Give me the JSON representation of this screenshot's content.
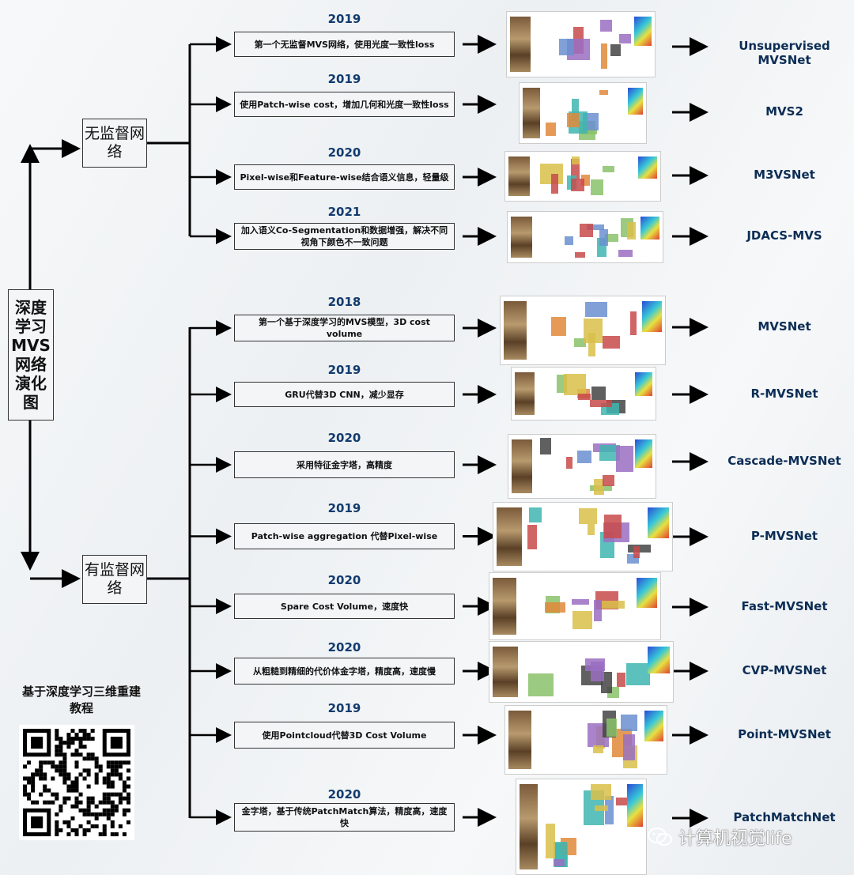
{
  "diagram": {
    "root_label": "深度学习MVS网络演化图",
    "categories": [
      {
        "label": "无监督网络"
      },
      {
        "label": "有监督网络"
      }
    ],
    "methods": [
      {
        "year": "2019",
        "desc": "第一个无监督MVS网络，使用光度一致性loss",
        "name": "Unsupervised MVSNet"
      },
      {
        "year": "2019",
        "desc": "使用Patch-wise cost，增加几何和光度一致性loss",
        "name": "MVS2"
      },
      {
        "year": "2020",
        "desc": "Pixel-wise和Feature-wise结合语义信息，轻量级",
        "name": "M3VSNet"
      },
      {
        "year": "2021",
        "desc": "加入语义Co-Segmentation和数据增强，解决不同视角下颜色不一致问题",
        "name": "JDACS-MVS"
      },
      {
        "year": "2018",
        "desc": "第一个基于深度学习的MVS模型，3D cost volume",
        "name": "MVSNet"
      },
      {
        "year": "2019",
        "desc": "GRU代替3D CNN，减少显存",
        "name": "R-MVSNet"
      },
      {
        "year": "2020",
        "desc": "采用特征金字塔，高精度",
        "name": "Cascade-MVSNet"
      },
      {
        "year": "2019",
        "desc": "Patch-wise aggregation 代替Pixel-wise",
        "name": "P-MVSNet"
      },
      {
        "year": "2020",
        "desc": "Spare Cost Volume，速度快",
        "name": "Fast-MVSNet"
      },
      {
        "year": "2020",
        "desc": "从粗糙到精细的代价体金字塔，精度高，速度慢",
        "name": "CVP-MVSNet"
      },
      {
        "year": "2019",
        "desc": "使用Pointcloud代替3D Cost Volume",
        "name": "Point-MVSNet"
      },
      {
        "year": "2020",
        "desc": "金字塔，基于传统PatchMatch算法，精度高，速度快",
        "name": "PatchMatchNet"
      }
    ]
  },
  "qr": {
    "title": "基于深度学习三维重建教程"
  },
  "watermark": {
    "text": "计算机视觉life",
    "icon": "wechat-icon"
  },
  "colors": {
    "line": "#000000",
    "year": "#123b6e",
    "name": "#0c2d55",
    "box_border": "#333333"
  }
}
